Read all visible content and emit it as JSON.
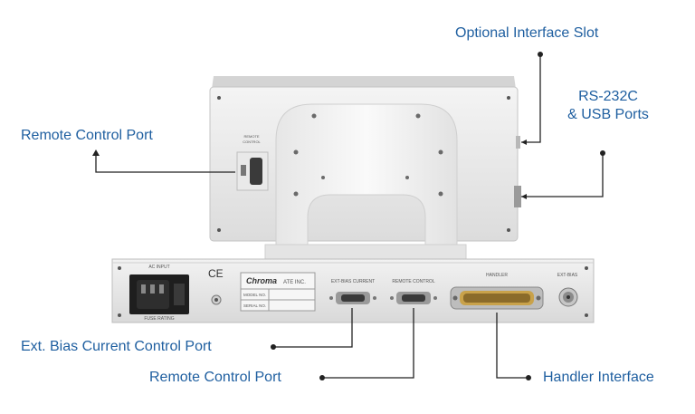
{
  "callouts": {
    "optional_interface_slot": "Optional Interface Slot",
    "rs232c_line1": "RS-232C",
    "rs232c_line2": "& USB Ports",
    "remote_control_port_top": "Remote Control Port",
    "ext_bias_current_control_port": "Ext. Bias Current Control Port",
    "remote_control_port_bottom": "Remote Control Port",
    "handler_interface": "Handler Interface"
  },
  "panel": {
    "brand": "Chroma",
    "brand_suffix": "ATE INC.",
    "model_no": "MODEL NO.",
    "serial_no": "SERIAL NO.",
    "ac_input": "AC INPUT",
    "fuse_rating": "FUSE RATING",
    "ext_bias_current": "EXT-BIAS CURRENT",
    "remote_control": "REMOTE CONTROL",
    "handler": "HANDLER",
    "ext_bias": "EXT-BIAS",
    "ce_mark": "CE"
  },
  "colors": {
    "label": "#1f5fa0",
    "leader": "#222222"
  }
}
